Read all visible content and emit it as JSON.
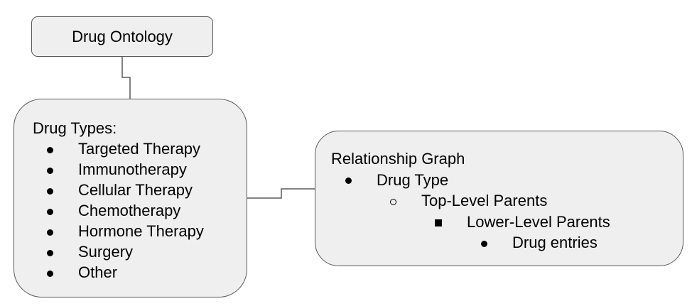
{
  "ontology_box": {
    "title": "Drug Ontology"
  },
  "types_box": {
    "heading": "Drug Types:",
    "items": [
      "Targeted Therapy",
      "Immunotherapy",
      "Cellular Therapy",
      "Chemotherapy",
      "Hormone Therapy",
      "Surgery",
      "Other"
    ]
  },
  "graph_box": {
    "heading": "Relationship Graph",
    "level1": "Drug Type",
    "level2": "Top-Level Parents",
    "level3": "Lower-Level Parents",
    "level4": "Drug entries"
  },
  "colors": {
    "box_fill": "#efefef",
    "box_border": "#595959",
    "connector": "#595959"
  }
}
